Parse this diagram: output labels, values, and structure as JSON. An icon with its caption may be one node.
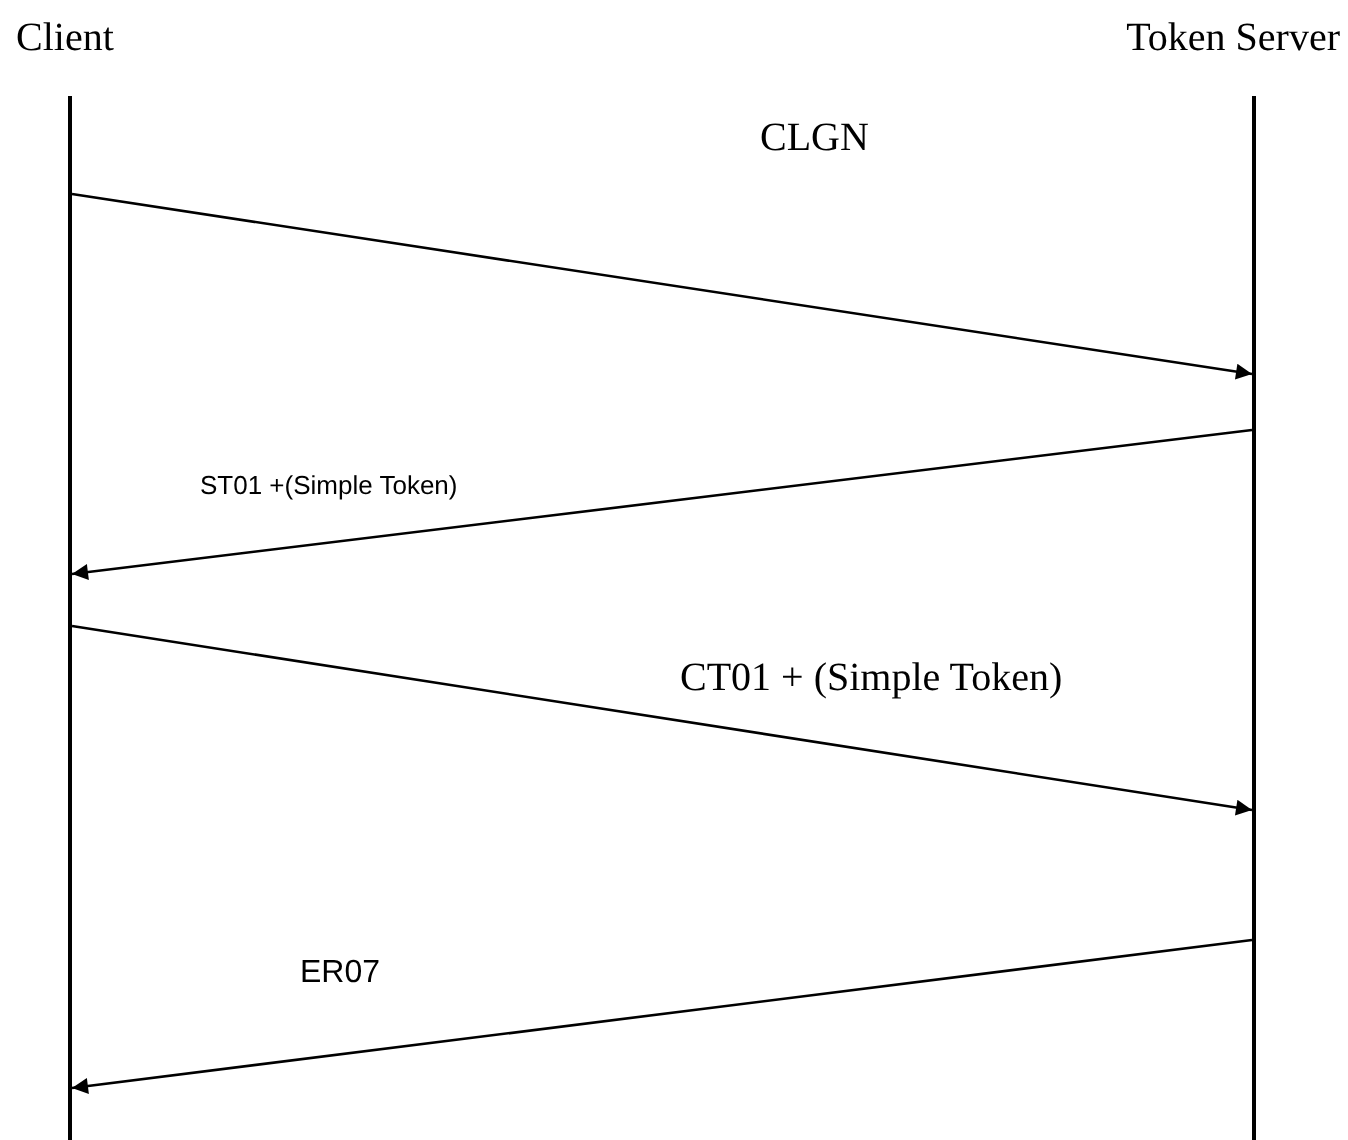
{
  "diagram": {
    "nodes": [
      {
        "text": [
          "Client"
        ]
      },
      {
        "text": [
          "Token Server"
        ]
      }
    ],
    "edges": [
      {
        "from": 0,
        "to": 1,
        "arrow": "to",
        "label": "CLGN"
      },
      {
        "from": 1,
        "to": 0,
        "arrow": "to",
        "label": "ST01 +(Simple Token)"
      },
      {
        "from": 0,
        "to": 1,
        "arrow": "to",
        "label": "CT01 + (Simple Token)"
      },
      {
        "from": 1,
        "to": 0,
        "arrow": "to",
        "label": "ER07"
      }
    ]
  }
}
